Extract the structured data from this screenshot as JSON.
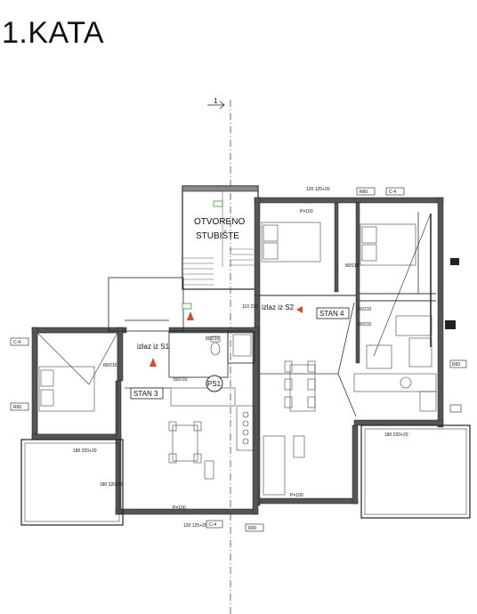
{
  "title": "1.KATA",
  "rooms": {
    "stairs_l1": "OTVORENO",
    "stairs_l2": "STUBIŠTE",
    "stan3": "STAN 3",
    "stan4": "STAN 4",
    "ps": "PS1"
  },
  "exits": {
    "s1": "izlaz iz S1",
    "s2": "izlaz iz S2"
  },
  "door_labels": {
    "d80_210_a": "80/210",
    "d80_210_b": "80/210",
    "d80_210_c": "80/210",
    "d80_210_d": "80/210",
    "d80_210_e": "80/210",
    "d80_210_f": "80/210",
    "p100_top": "P=100",
    "p100_left": "P=100",
    "p100_right": "P=100",
    "w110_220": "110\n220",
    "w180_220_left": "180\n220+20",
    "w180_220_mid": "180\n220+20",
    "w180_220_right": "180\n220+20",
    "w120_top": "120\n125+20",
    "w120_bottom": "120\n125+20"
  },
  "tags": {
    "r60_top": "R60",
    "r60_left": "R60",
    "r60_bottom": "R60",
    "r60_right": "R60",
    "tag_c4": "C-4",
    "tag_c4_b": "C-4",
    "tag_c4_c": "C-4",
    "axis": "1"
  }
}
